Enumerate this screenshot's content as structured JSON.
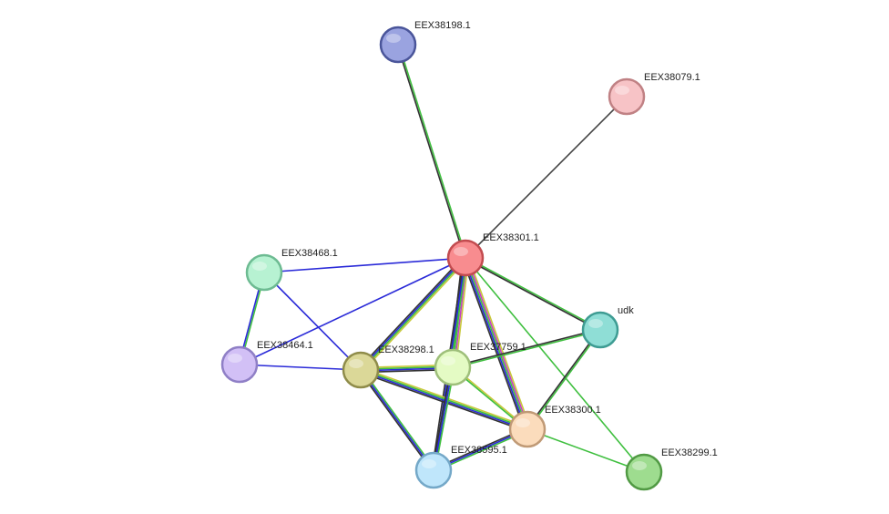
{
  "nodes": [
    {
      "id": "EEX38198.1",
      "label": "EEX38198.1",
      "fill": "#9aa3e0",
      "stroke": "#4a559a"
    },
    {
      "id": "EEX38079.1",
      "label": "EEX38079.1",
      "fill": "#f7c3c6",
      "stroke": "#c08184"
    },
    {
      "id": "EEX38301.1",
      "label": "EEX38301.1",
      "fill": "#f88c8f",
      "stroke": "#c24b4f"
    },
    {
      "id": "EEX38468.1",
      "label": "EEX38468.1",
      "fill": "#b7f2d2",
      "stroke": "#6dbb92"
    },
    {
      "id": "udk",
      "label": "udk",
      "fill": "#8fded6",
      "stroke": "#3e9c93"
    },
    {
      "id": "EEX38464.1",
      "label": "EEX38464.1",
      "fill": "#d2c0f6",
      "stroke": "#8f7fc6"
    },
    {
      "id": "EEX38298.1",
      "label": "EEX38298.1",
      "fill": "#dbd898",
      "stroke": "#8f8c4a"
    },
    {
      "id": "EEX37759.1",
      "label": "EEX37759.1",
      "fill": "#e4fbc4",
      "stroke": "#9ebf7a"
    },
    {
      "id": "EEX38300.1",
      "label": "EEX38300.1",
      "fill": "#fbdcbc",
      "stroke": "#c09a76"
    },
    {
      "id": "EEX38595.1",
      "label": "EEX38595.1",
      "fill": "#bfe6fb",
      "stroke": "#74a8c8"
    },
    {
      "id": "EEX38299.1",
      "label": "EEX38299.1",
      "fill": "#9edc8f",
      "stroke": "#519a44"
    }
  ],
  "edges": [
    {
      "source": "EEX38198.1",
      "target": "EEX38301.1",
      "colors": [
        "#3fbf3f",
        "#333333"
      ]
    },
    {
      "source": "EEX38079.1",
      "target": "EEX38301.1",
      "colors": [
        "#444444"
      ]
    },
    {
      "source": "EEX38468.1",
      "target": "EEX38301.1",
      "colors": [
        "#2a2ad8"
      ]
    },
    {
      "source": "EEX38464.1",
      "target": "EEX38301.1",
      "colors": [
        "#2a2ad8"
      ]
    },
    {
      "source": "EEX38468.1",
      "target": "EEX38464.1",
      "colors": [
        "#3fbf3f",
        "#2a2ad8"
      ]
    },
    {
      "source": "EEX38468.1",
      "target": "EEX38298.1",
      "colors": [
        "#2a2ad8"
      ]
    },
    {
      "source": "EEX38464.1",
      "target": "EEX38298.1",
      "colors": [
        "#2a2ad8"
      ]
    },
    {
      "source": "EEX38301.1",
      "target": "udk",
      "colors": [
        "#3fbf3f",
        "#333333"
      ]
    },
    {
      "source": "EEX38301.1",
      "target": "EEX38298.1",
      "colors": [
        "#c8c83a",
        "#3fbf3f",
        "#2a2ad8",
        "#333333"
      ]
    },
    {
      "source": "EEX38301.1",
      "target": "EEX37759.1",
      "colors": [
        "#c8c83a",
        "#c43fc4",
        "#3fbf3f",
        "#2a2ad8",
        "#333333"
      ]
    },
    {
      "source": "EEX38301.1",
      "target": "EEX38300.1",
      "colors": [
        "#c8c83a",
        "#c43fc4",
        "#3fbf3f",
        "#2a2ad8",
        "#333333"
      ]
    },
    {
      "source": "EEX38301.1",
      "target": "EEX38595.1",
      "colors": [
        "#3fbf3f",
        "#2a2ad8",
        "#333333"
      ]
    },
    {
      "source": "EEX38301.1",
      "target": "EEX38299.1",
      "colors": [
        "#3fbf3f"
      ]
    },
    {
      "source": "udk",
      "target": "EEX37759.1",
      "colors": [
        "#3fbf3f",
        "#333333"
      ]
    },
    {
      "source": "udk",
      "target": "EEX38300.1",
      "colors": [
        "#3fbf3f",
        "#333333"
      ]
    },
    {
      "source": "EEX38298.1",
      "target": "EEX37759.1",
      "colors": [
        "#c8c83a",
        "#3fbf3f",
        "#2a2ad8",
        "#333333"
      ]
    },
    {
      "source": "EEX38298.1",
      "target": "EEX38300.1",
      "colors": [
        "#c8c83a",
        "#3fbf3f",
        "#2a2ad8",
        "#333333"
      ]
    },
    {
      "source": "EEX38298.1",
      "target": "EEX38595.1",
      "colors": [
        "#3fbf3f",
        "#2a2ad8",
        "#333333"
      ]
    },
    {
      "source": "EEX37759.1",
      "target": "EEX38300.1",
      "colors": [
        "#c8c83a",
        "#3fbf3f"
      ]
    },
    {
      "source": "EEX37759.1",
      "target": "EEX38595.1",
      "colors": [
        "#3fbf3f",
        "#2a2ad8",
        "#333333"
      ]
    },
    {
      "source": "EEX38300.1",
      "target": "EEX38595.1",
      "colors": [
        "#3fbf3f",
        "#2a2ad8",
        "#333333"
      ]
    },
    {
      "source": "EEX38300.1",
      "target": "EEX38299.1",
      "colors": [
        "#3fbf3f"
      ]
    }
  ]
}
